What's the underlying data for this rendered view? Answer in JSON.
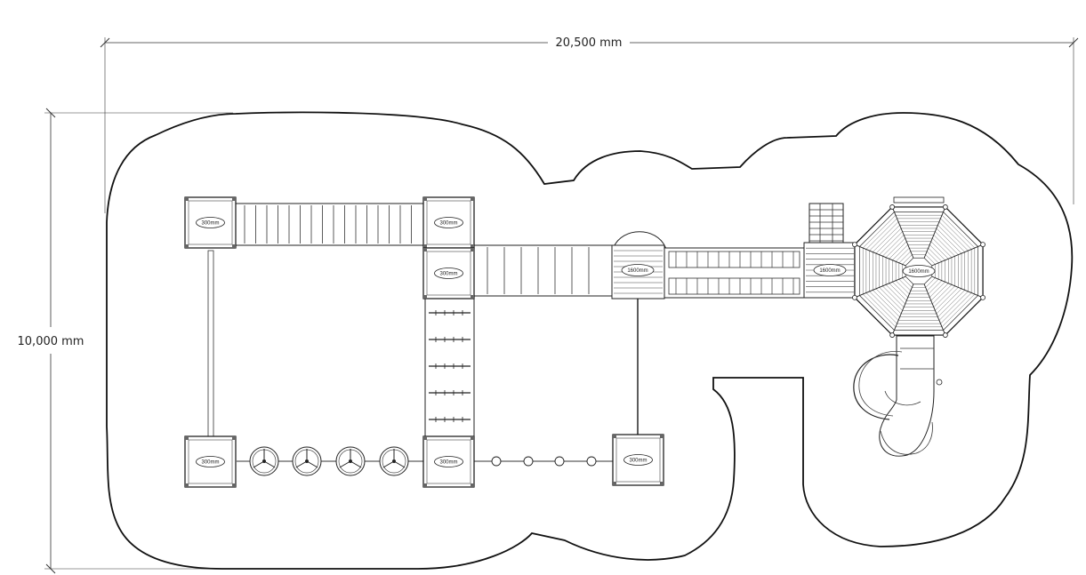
{
  "dimensions": {
    "width_label": "20,500 mm",
    "height_label": "10,000 mm"
  },
  "small_decks": [
    {
      "label": "300mm"
    },
    {
      "label": "300mm"
    },
    {
      "label": "300mm"
    },
    {
      "label": "300mm"
    },
    {
      "label": "300mm"
    },
    {
      "label": "300mm"
    }
  ],
  "large_decks": [
    {
      "label": "1600mm"
    },
    {
      "label": "1600mm"
    },
    {
      "label": "1600mm"
    }
  ]
}
